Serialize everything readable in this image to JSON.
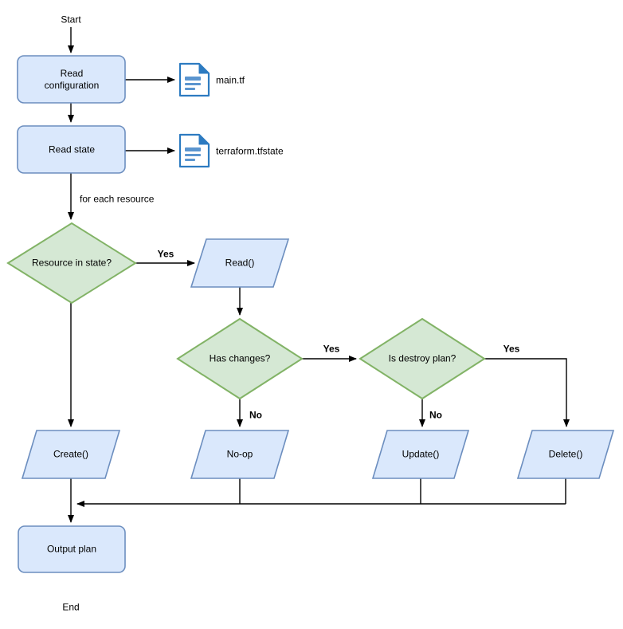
{
  "diagram": {
    "type": "flowchart",
    "nodes": {
      "start": "Start",
      "read_configuration": "Read configuration",
      "read_state": "Read state",
      "resource_in_state": "Resource in state?",
      "read_op": "Read()",
      "has_changes": "Has changes?",
      "is_destroy_plan": "Is destroy plan?",
      "create_op": "Create()",
      "no_op": "No-op",
      "update_op": "Update()",
      "delete_op": "Delete()",
      "output_plan": "Output plan",
      "end": "End"
    },
    "artifacts": {
      "main_tf": "main.tf",
      "tfstate": "terraform.tfstate"
    },
    "edge_labels": {
      "for_each_resource": "for each resource",
      "resource_in_state_yes": "Yes",
      "has_changes_yes": "Yes",
      "has_changes_no": "No",
      "is_destroy_plan_yes": "Yes",
      "is_destroy_plan_no": "No"
    },
    "colors": {
      "process_fill": "#dae8fc",
      "process_stroke": "#6c8ebf",
      "decision_fill": "#d5e8d4",
      "decision_stroke": "#82b366",
      "connector": "#000000",
      "document_icon": "#2d7bc1"
    }
  }
}
